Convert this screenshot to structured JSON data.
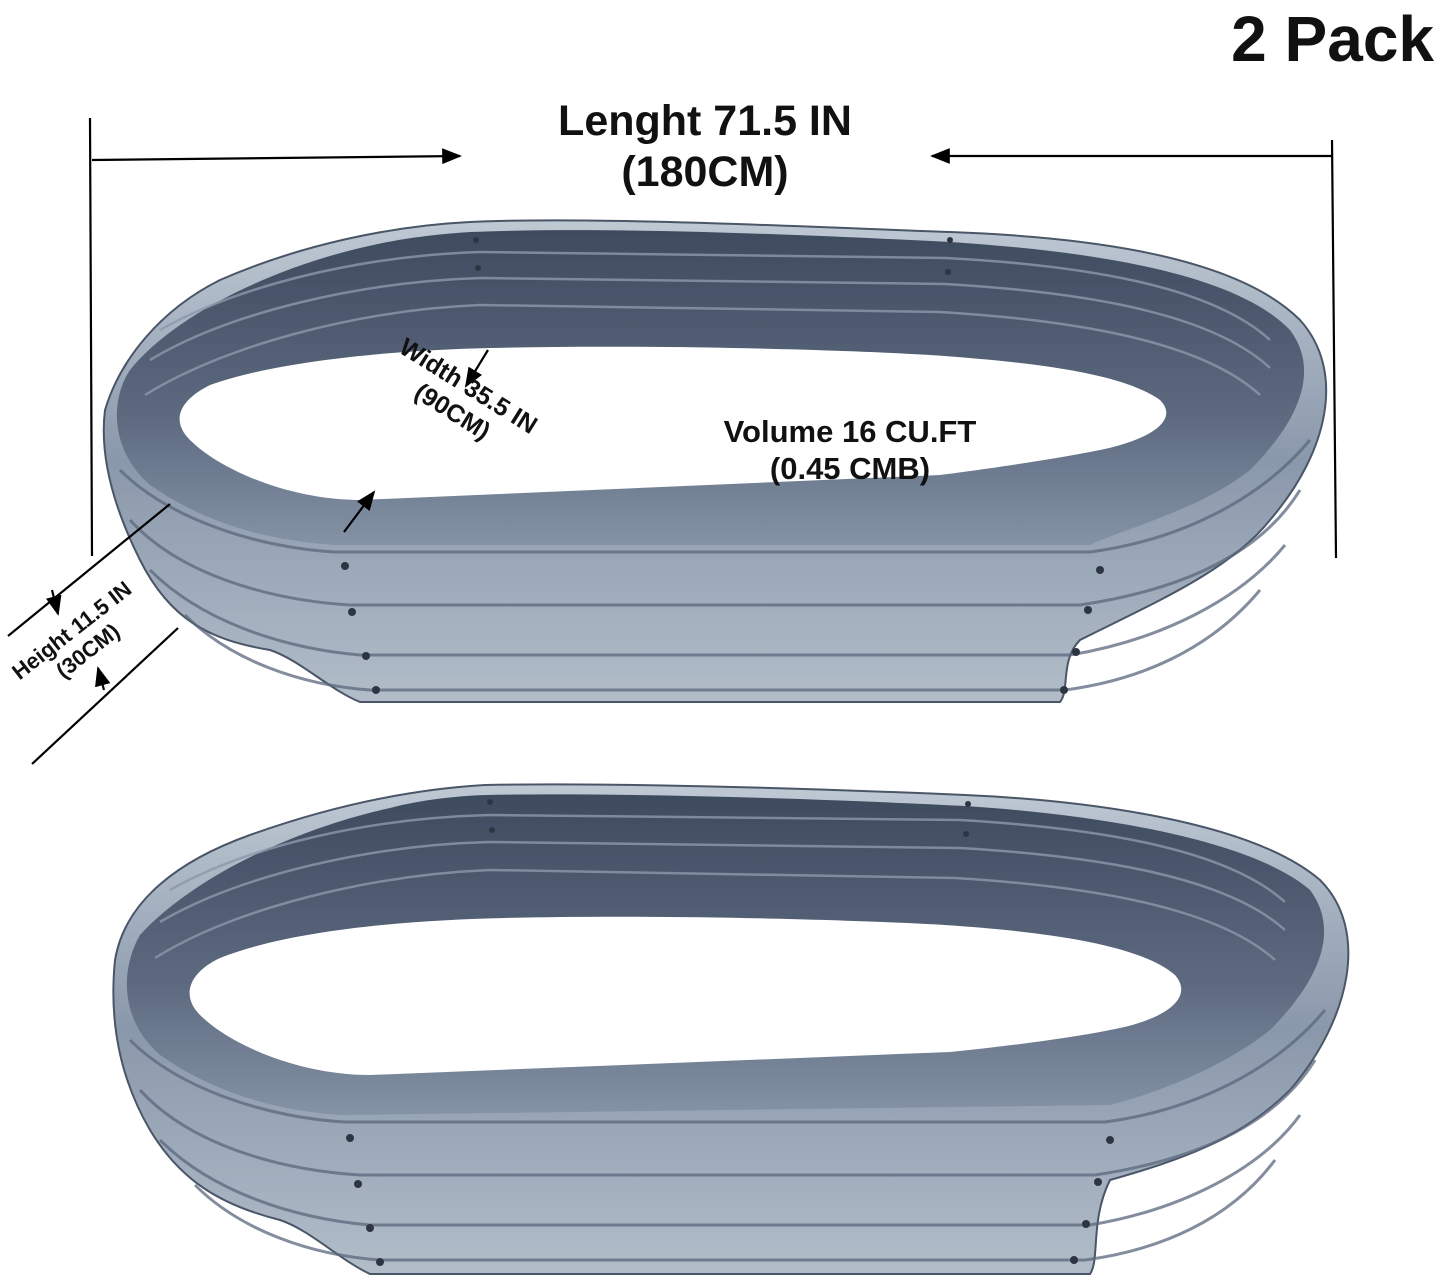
{
  "badge": {
    "pack": "2 Pack"
  },
  "dimensions": {
    "length_line1": "Lenght 71.5 IN",
    "length_line2": "(180CM)",
    "width_line1": "Width 35.5 IN",
    "width_line2": "(90CM)",
    "height_line1": "Height 11.5 IN",
    "height_line2": "(30CM)",
    "volume_line1": "Volume 16 CU.FT",
    "volume_line2": "(0.45 CMB)"
  },
  "colors": {
    "background": "#ffffff",
    "text": "#111111",
    "metal_dark": "#47546a",
    "metal_mid": "#7f8da1",
    "metal_light": "#c9d2dc",
    "dimension_line": "#000000"
  }
}
